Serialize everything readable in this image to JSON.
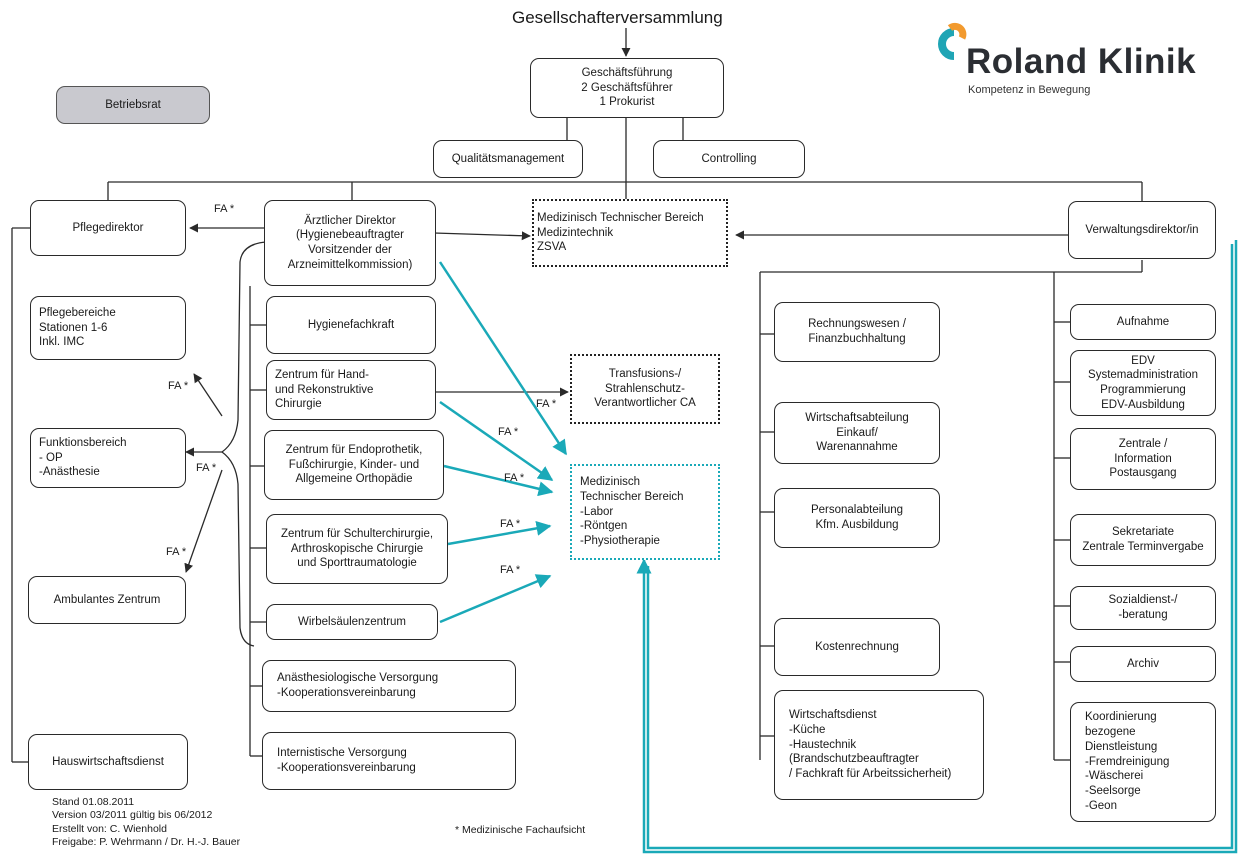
{
  "header": {
    "title": "Gesellschafterversammlung"
  },
  "logo": {
    "name": "Roland Klinik",
    "tagline": "Kompetenz in Bewegung",
    "colors": [
      "#1fa5b5",
      "#f29a2e"
    ]
  },
  "boxes": {
    "betriebsrat": [
      "Betriebsrat"
    ],
    "geschaeftsfuehrung": [
      "Geschäftsführung",
      "2 Geschäftsführer",
      "1 Prokurist"
    ],
    "qualitaetsmanagement": [
      "Qualitätsmanagement"
    ],
    "controlling": [
      "Controlling"
    ],
    "pflegedirektor": [
      "Pflegedirektor"
    ],
    "aerztlicher_direktor": [
      "Ärztlicher Direktor",
      "(Hygienebeauftragter",
      "Vorsitzender der",
      "Arzneimittelkommission)"
    ],
    "med_tech_bereich": [
      "Medizinisch Technischer Bereich",
      "Medizintechnik",
      "ZSVA"
    ],
    "verwaltungsdirektor": [
      "Verwaltungsdirektor/in"
    ],
    "pflegebereiche": [
      "Pflegebereiche",
      "Stationen 1-6",
      "Inkl. IMC"
    ],
    "funktionsbereich": [
      "Funktionsbereich",
      "- OP",
      "-Anästhesie"
    ],
    "ambulantes_zentrum": [
      "Ambulantes Zentrum"
    ],
    "hauswirtschaftsdienst": [
      "Hauswirtschaftsdienst"
    ],
    "hygienefachkraft": [
      "Hygienefachkraft"
    ],
    "zentrum_hand": [
      "Zentrum für Hand-",
      "und Rekonstruktive",
      "Chirurgie"
    ],
    "zentrum_endoprothetik": [
      "Zentrum für Endoprothetik,",
      "Fußchirurgie, Kinder- und",
      "Allgemeine Orthopädie"
    ],
    "zentrum_schulter": [
      "Zentrum für Schulterchirurgie,",
      "Arthroskopische Chirurgie",
      "und Sporttraumatologie"
    ],
    "wirbelsaeulenzentrum": [
      "Wirbelsäulenzentrum"
    ],
    "anaesthesiologische": [
      "Anästhesiologische Versorgung",
      "-Kooperationsvereinbarung"
    ],
    "internistische": [
      "Internistische Versorgung",
      "-Kooperationsvereinbarung"
    ],
    "transfusion": [
      "Transfusions-/",
      "Strahlenschutz-",
      "Verantwortlicher CA"
    ],
    "med_tech_labor": [
      "Medizinisch",
      "Technischer Bereich",
      "-Labor",
      "-Röntgen",
      "-Physiotherapie"
    ],
    "rechnungswesen": [
      "Rechnungswesen /",
      "Finanzbuchhaltung"
    ],
    "wirtschaftsabteilung": [
      "Wirtschaftsabteilung",
      "Einkauf/",
      "Warenannahme"
    ],
    "personalabteilung": [
      "Personalabteilung",
      "Kfm. Ausbildung"
    ],
    "kostenrechnung": [
      "Kostenrechnung"
    ],
    "wirtschaftsdienst": [
      "Wirtschaftsdienst",
      "-Küche",
      "-Haustechnik",
      "(Brandschutzbeauftragter",
      "/ Fachkraft für Arbeitssicherheit)"
    ],
    "aufnahme": [
      "Aufnahme"
    ],
    "edv": [
      "EDV",
      "Systemadministration",
      "Programmierung",
      "EDV-Ausbildung"
    ],
    "zentrale": [
      "Zentrale /",
      "Information",
      "Postausgang"
    ],
    "sekretariate": [
      "Sekretariate",
      "Zentrale Terminvergabe"
    ],
    "sozialdienst": [
      "Sozialdienst-/",
      "-beratung"
    ],
    "archiv": [
      "Archiv"
    ],
    "koordinierung": [
      "Koordinierung",
      "bezogene",
      "Dienstleistung",
      "-Fremdreinigung",
      "-Wäscherei",
      "-Seelsorge",
      "-Geon"
    ]
  },
  "fa_label": "FA *",
  "footnote": "* Medizinische Fachaufsicht",
  "footer": [
    "Stand 01.08.2011",
    "Version 03/2011 gültig bis 06/2012",
    "Erstellt von: C. Wienhold",
    "Freigabe: P. Wehrmann / Dr. H.-J. Bauer"
  ],
  "colors": {
    "line": "#2a2a2a",
    "accent": "#1aa9b8",
    "grey_box": "#c9c9cf"
  }
}
